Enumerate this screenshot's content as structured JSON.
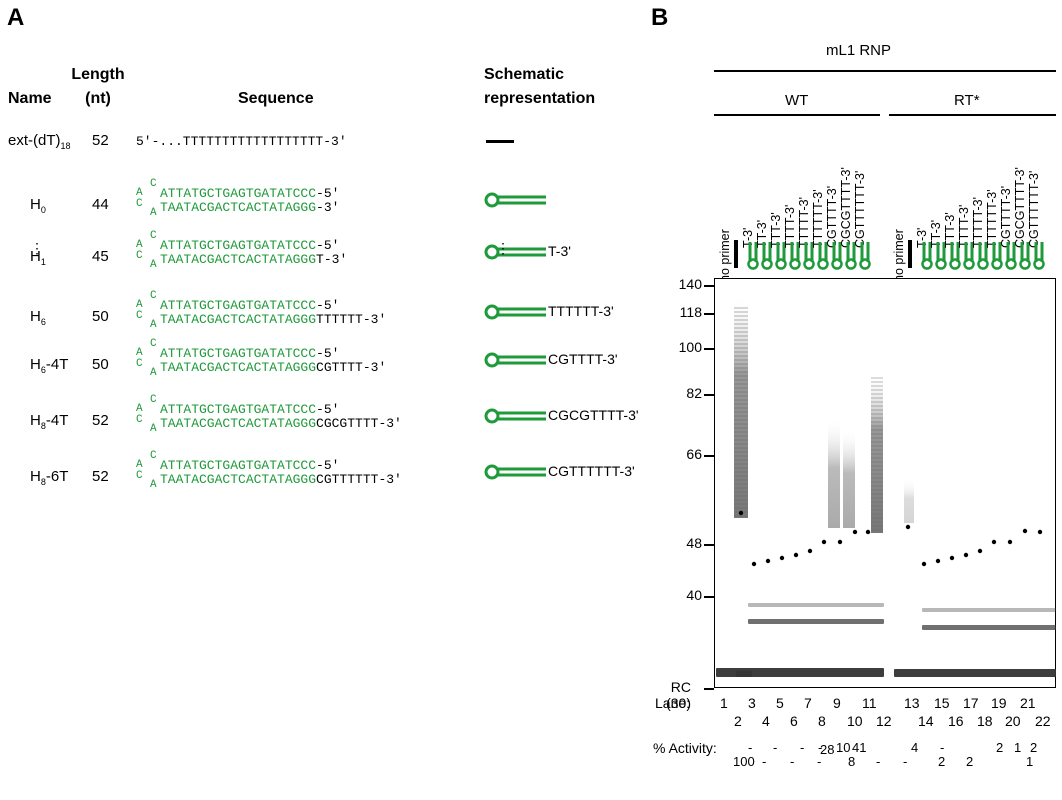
{
  "panelA": {
    "letter": "A",
    "headers": {
      "name": "Name",
      "length_l1": "Length",
      "length_l2": "(nt)",
      "sequence": "Sequence",
      "schem_l1": "Schematic",
      "schem_l2": "representation"
    },
    "ext_row": {
      "name_main": "ext-(dT)",
      "name_sub": "18",
      "length": "52",
      "sequence": "5'-...TTTTTTTTTTTTTTTTTT-3'"
    },
    "rows": [
      {
        "name_main": "H",
        "name_sub": "0",
        "name_suffix": "",
        "length": "44",
        "top": "ATTATGCTGAGTGATATCCC",
        "top_end": "-5'",
        "bottom": "TAATACGACTCACTATAGGG",
        "tail": "",
        "bottom_end": "-3'",
        "schematic_label": ""
      },
      {
        "name_main": "H",
        "name_sub": "1",
        "name_suffix": "",
        "length": "45",
        "top": "ATTATGCTGAGTGATATCCC",
        "top_end": "-5'",
        "bottom": "TAATACGACTCACTATAGGG",
        "tail": "T",
        "bottom_end": "-3'",
        "schematic_label": "T-3'"
      },
      {
        "name_main": "H",
        "name_sub": "6",
        "name_suffix": "",
        "length": "50",
        "top": "ATTATGCTGAGTGATATCCC",
        "top_end": "-5'",
        "bottom": "TAATACGACTCACTATAGGG",
        "tail": "TTTTTT",
        "bottom_end": "-3'",
        "schematic_label": "TTTTTT-3'"
      },
      {
        "name_main": "H",
        "name_sub": "6",
        "name_suffix": "-4T",
        "length": "50",
        "top": "ATTATGCTGAGTGATATCCC",
        "top_end": "-5'",
        "bottom": "TAATACGACTCACTATAGGG",
        "tail": "CGTTTT",
        "bottom_end": "-3'",
        "schematic_label": "CGTTTT-3'"
      },
      {
        "name_main": "H",
        "name_sub": "8",
        "name_suffix": "-4T",
        "length": "52",
        "top": "ATTATGCTGAGTGATATCCC",
        "top_end": "-5'",
        "bottom": "TAATACGACTCACTATAGGG",
        "tail": "CGCGTTTT",
        "bottom_end": "-3'",
        "schematic_label": "CGCGTTTT-3'"
      },
      {
        "name_main": "H",
        "name_sub": "8",
        "name_suffix": "-6T",
        "length": "52",
        "top": "ATTATGCTGAGTGATATCCC",
        "top_end": "-5'",
        "bottom": "TAATACGACTCACTATAGGG",
        "tail": "CGTTTTTT",
        "bottom_end": "-3'",
        "schematic_label": "CGTTTTTT-3'"
      }
    ],
    "loop_top_a": "A",
    "loop_top_c": "C",
    "loop_bot_c": "C",
    "loop_bot_a": "A",
    "ellipsis": "⋮"
  },
  "panelB": {
    "letter": "B",
    "rnp_label": "mL1 RNP",
    "group_wt": "WT",
    "group_rt": "RT*",
    "wt_lane_labels": [
      "no primer",
      "T-3'",
      "TT-3'",
      "TTT-3'",
      "TTTT-3'",
      "TTTTT-3'",
      "TTTTTT-3'",
      "CGTTTT-3'",
      "CGCGTTTT-3'",
      "CGTTTTTT-3'"
    ],
    "rt_lane_labels": [
      "no primer",
      "T-3'",
      "TT-3'",
      "TTT-3'",
      "TTTT-3'",
      "TTTTT-3'",
      "TTTTTT-3'",
      "CGTTTT-3'",
      "CGCGTTTT-3'",
      "CGTTTTTT-3'"
    ],
    "size_markers": [
      "140",
      "118",
      "100",
      "82",
      "66",
      "48",
      "40",
      "RC (30)"
    ],
    "lane_label": "Lane:",
    "lanes_top": [
      "1",
      "3",
      "5",
      "7",
      "9",
      "11",
      "13",
      "15",
      "17",
      "19",
      "21"
    ],
    "lanes_bottom": [
      "2",
      "4",
      "6",
      "8",
      "10",
      "12",
      "14",
      "16",
      "18",
      "20",
      "22"
    ],
    "activity_label": "% Activity:",
    "activity_top": [
      "-",
      "-",
      "-",
      "-",
      "28",
      "10",
      "41",
      "4",
      "-",
      "2",
      "1",
      "2"
    ],
    "activity_bottom": [
      "100",
      "-",
      "-",
      "-",
      "8",
      "-",
      "-",
      "2",
      "2",
      "1"
    ],
    "colors": {
      "green": "#1f9a3a",
      "black": "#000000"
    }
  }
}
